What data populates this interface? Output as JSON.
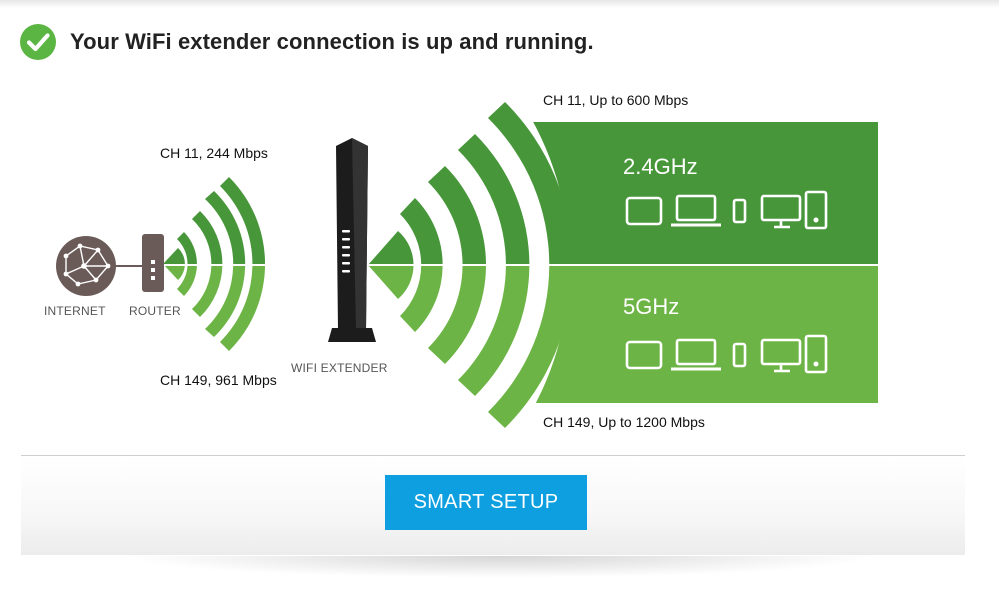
{
  "status": {
    "message": "Your WiFi extender connection is up and running.",
    "icon": "check-circle-icon",
    "icon_color": "#5bb543"
  },
  "diagram": {
    "devices": {
      "internet_label": "INTERNET",
      "router_label": "ROUTER",
      "extender_label": "WIFI EXTENDER"
    },
    "router_link": {
      "band_24": "CH 11, 244 Mbps",
      "band_5": "CH 149, 961 Mbps"
    },
    "extender_link": {
      "band_24": "CH 11, Up to 600 Mbps",
      "band_5": "CH 149, Up to 1200 Mbps"
    },
    "bands": {
      "top_label": "2.4GHz",
      "bottom_label": "5GHz",
      "top_color": "#47973a",
      "bottom_color": "#6db446"
    },
    "client_icons": [
      "tablet-icon",
      "laptop-icon",
      "phone-icon",
      "desktop-icon",
      "speaker-icon"
    ]
  },
  "actions": {
    "smart_setup_label": "SMART SETUP",
    "button_color": "#0d9fdf"
  }
}
